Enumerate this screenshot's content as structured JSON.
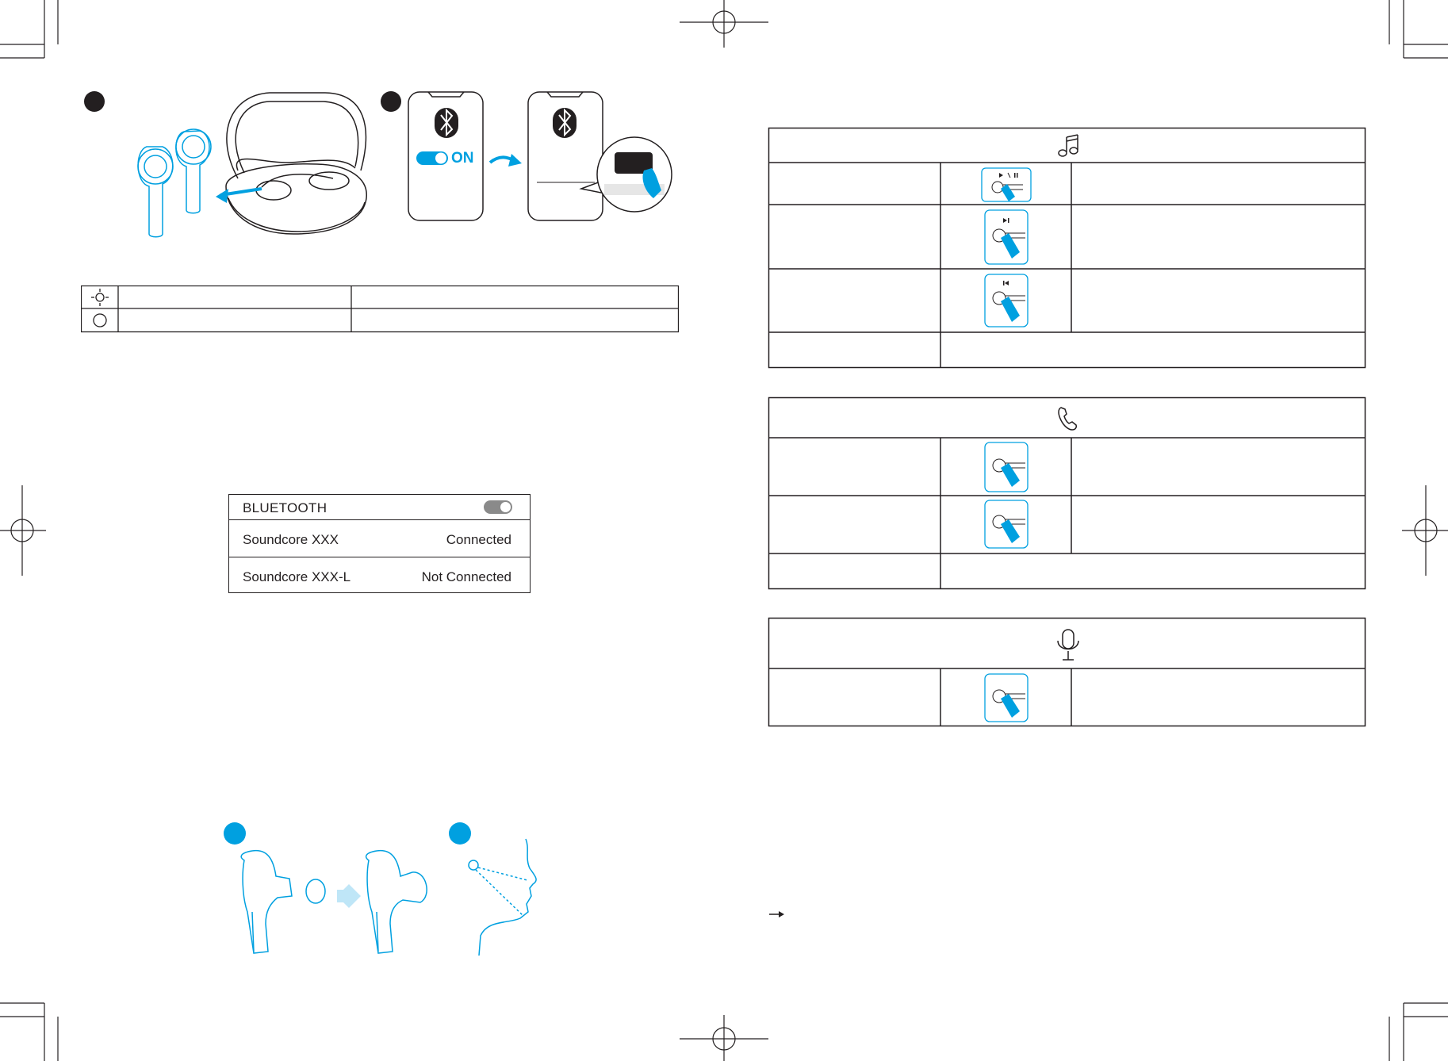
{
  "bluetooth_panel": {
    "title": "BLUETOOTH",
    "toggle_state": "on",
    "devices": [
      {
        "name": "Soundcore XXX",
        "status": "Connected"
      },
      {
        "name": "Soundcore XXX-L",
        "status": "Not Connected"
      }
    ]
  },
  "phone_toggle_label": "ON",
  "led_table_icons": [
    "led-blinking-icon",
    "led-off-icon"
  ],
  "control_sections": [
    {
      "icon": "music-note-icon",
      "rows": 4
    },
    {
      "icon": "phone-icon",
      "rows": 3
    },
    {
      "icon": "microphone-icon",
      "rows": 1
    }
  ],
  "colors": {
    "accent": "#00a0e0",
    "line": "#231f20",
    "toggle": "#8a8a8a"
  }
}
